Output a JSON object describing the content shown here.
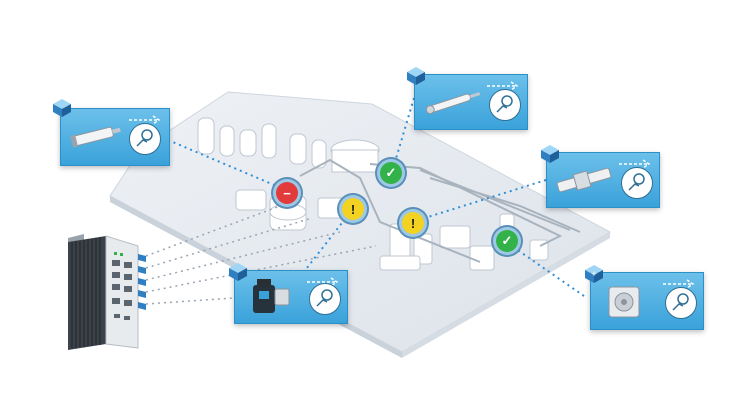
{
  "colors": {
    "card_blue": "#4aaee0",
    "link_blue": "#2f8fd8",
    "ok_green": "#33b24a",
    "warn_yellow": "#f4d222",
    "error_red": "#e23b3b",
    "floor": "#e9edf2"
  },
  "status_markers": [
    {
      "name": "status-error-icon",
      "kind": "error",
      "glyph": "−"
    },
    {
      "name": "status-ok-icon",
      "kind": "ok",
      "glyph": "✓"
    },
    {
      "name": "status-warning-icon",
      "kind": "warning",
      "glyph": "!"
    },
    {
      "name": "status-warning-icon",
      "kind": "warning",
      "glyph": "!"
    },
    {
      "name": "status-ok-icon",
      "kind": "ok",
      "glyph": "✓"
    }
  ],
  "devices": [
    {
      "name": "pneumatic-cylinder-card",
      "icon": "cylinder-icon"
    },
    {
      "name": "linear-cylinder-card",
      "icon": "rod-cylinder-icon"
    },
    {
      "name": "electric-axis-card",
      "icon": "linear-axis-icon"
    },
    {
      "name": "valve-terminal-card",
      "icon": "drive-unit-icon"
    },
    {
      "name": "compact-cylinder-card",
      "icon": "compact-cylinder-icon"
    }
  ],
  "controller": {
    "name": "edge-controller",
    "icon": "industrial-pc-icon"
  }
}
